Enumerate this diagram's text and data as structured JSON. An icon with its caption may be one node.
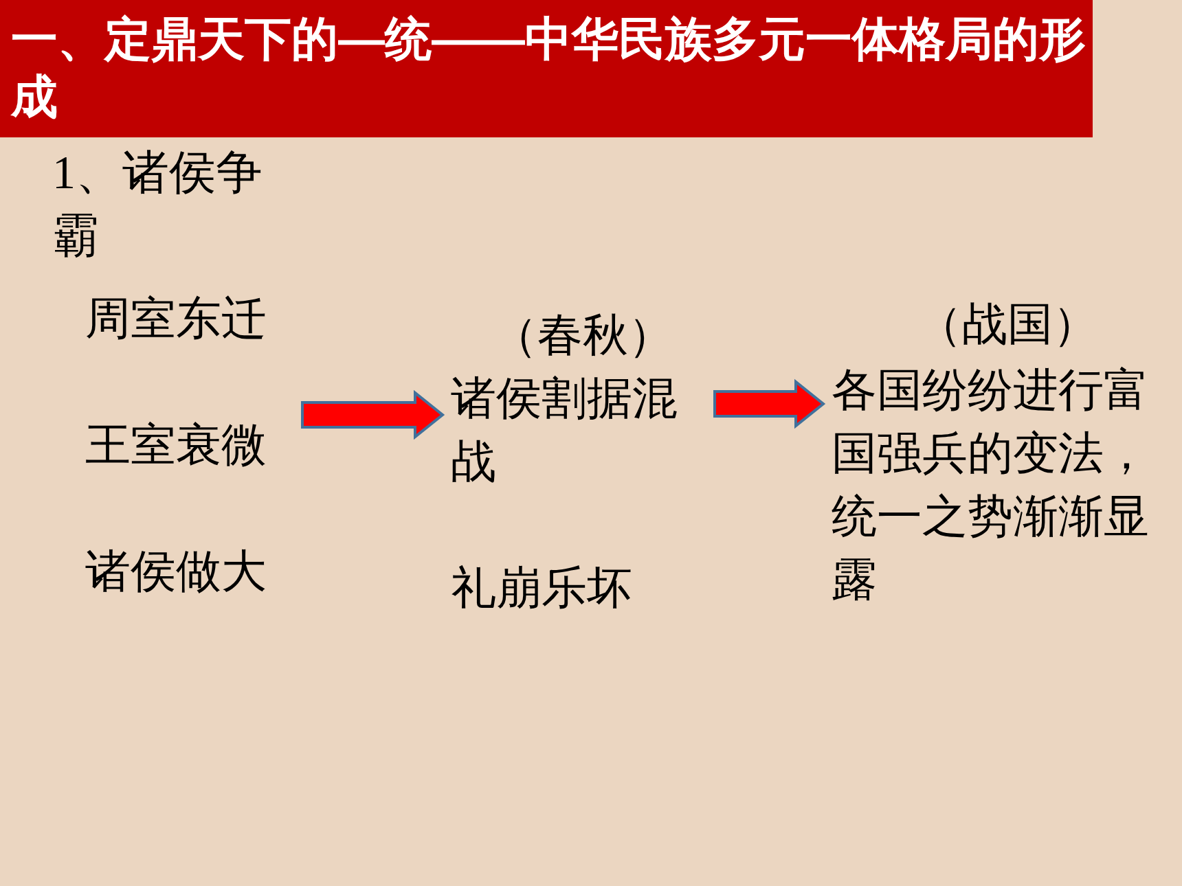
{
  "diagram": {
    "title": "一、定鼎天下的—统——中华民族多元一体格局的形成",
    "nodes": [
      {
        "text": [
          "周室东迁",
          "王室衰微",
          "诸侯做大"
        ]
      },
      {
        "text": [
          "（春秋）",
          "诸侯割据混战",
          "礼崩乐坏"
        ]
      },
      {
        "text": [
          "（战国）",
          "各国纷纷进行富国强兵的变法，统一之势渐渐显露"
        ]
      }
    ],
    "edges": [
      {
        "from": 0,
        "to": 1,
        "arrow": "to"
      },
      {
        "from": 1,
        "to": 2,
        "arrow": "to"
      }
    ],
    "labels": [
      "1、诸侯争霸"
    ]
  }
}
